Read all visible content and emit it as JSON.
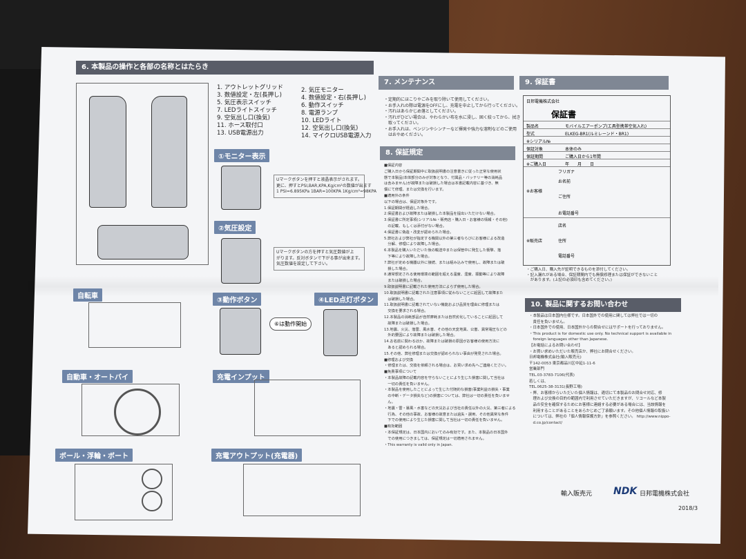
{
  "sec6": {
    "header": "6. 本製品の操作と各部の名称とはたらき",
    "parts_left": [
      "1. アウトレットグリッド",
      "3. 数値設定・左(長押し)",
      "5. 気圧表示スイッチ",
      "7. LEDライトスイッチ",
      "9. 空気出し口(換気)",
      "11. ホース取付口",
      "13. USB電源出力"
    ],
    "parts_right": [
      "2. 気圧モニター",
      "4. 数値設定・右(長押し)",
      "6. 動作スイッチ",
      "8. 電源ランプ",
      "10. LEDライト",
      "12. 空気出し口(換気)",
      "14. マイクロUSB電源入力"
    ],
    "labels": {
      "monitor": "①モニター表示",
      "pressure": "②気圧設定",
      "action": "③動作ボタン",
      "led": "④LED点灯ボタン",
      "bicycle": "自転車",
      "car": "自動車・オートバイ",
      "ball": "ボール・浮輪・ボート",
      "charge_in": "充電インプット",
      "charge_out": "充電アウトプット(充電器)"
    },
    "monitor_note": [
      "Uマークボタンを押すと液晶表示がされます。",
      "更に、押すとPSI,BAR,KPA,Kg/cm²の数値が出ます",
      "1 PSI=6.895KPa 1BAR=100KPA 1Kg/cm²=98KPA"
    ],
    "pressure_note": [
      "Uマークボタンの方を押すと気圧数値が上",
      "がります。反対ボタンで下がる事が出来ます。",
      "気圧数値を設定して下さい。"
    ],
    "action_bubble": "⑥は動作開始"
  },
  "sec7": {
    "header": "7. メンテナンス",
    "lines": [
      "・定期的にほこりやごみを取り除いて使用してください。",
      "・お手入れの際は電源をOFFにし、充電を中止してから行ってください。",
      "・汚れはあらかじめ落としてください。",
      "・汚れがひどい場合は、やわらかい布を水に浸し、固く絞ってから、拭き",
      "　取ってください。",
      "・お手入れは、ベンジンやシンナーなど揮発や強力な溶剤などのご使用",
      "　はおやめください。"
    ]
  },
  "sec8": {
    "header": "8. 保証規定",
    "lines": [
      "■保証内容",
      "ご購入日から保証期間中に取扱説明書の注意書きに従った正常な使用状",
      "態で本製品(本体部分のみが対象となり、付属品・バッテリー等の消耗品",
      "は含みません)が故障または破損した場合は本書記載内容に基づき、無",
      "償にて修理、または交換を行います。",
      "■適用外の条件",
      "以下の場合は、保証対象外です。",
      "1.保証期間が経過した場合。",
      "2.保証書および故障または破損した本製品を提出いただけない場合。",
      "3.保証書に所定事項(シリアル№・販売店・購入日・お客様の情報・その他)",
      "　の記載、もしくは添付がない場合。",
      "4.保証書に偽造・改変が認められた場合。",
      "5.弊社および弊社が指定する機関以外の第三者ならびにお客様による改造",
      "　分解、修理により故障した場合。",
      "6.本製品を購入いただいた後の輸送中または保管中に発生した衝撃、落",
      "　下等により故障した場合。",
      "7.弊社が定める機器以外に接続、または組み込みで使用し、故障または破",
      "　損した場合。",
      "8.通常想定される使用環境の範囲を超える温度、湿度、振動等により故障",
      "　または破損した場合。",
      "9.取扱説明書に記載された使用方法によらず使用した場合。",
      "10.取扱説明書に記載された注意事項に従わないことに起因して故障また",
      "　は破損した場合。",
      "11.取扱説明書に記載されていない機能および品質を理由に修理または",
      "　交換を要求される場合。",
      "12.本製品の消耗部品が自然摩耗または自然劣化していることに起因して",
      "　故障または破損した場合。",
      "13.地震、火災、落雷、風水害、その他の天変地異、公害、異常電圧などの",
      "　外的要因により故障または破損した場合。",
      "14.お名前に関わるほか、故障または破損の原因がお客様の使用方法に",
      "　あると認められる場合。",
      "15.その他、弊社修理または交換が認められない事由が発見された場合。",
      "■修理および交換",
      "・修理または、交換を依頼される場合は、お買い求め先へご連絡ください。",
      "■免責事項について",
      "・本製品故障の記載内容を守らないことにより生じた損害に関して当社は",
      "　一切の責任を負いません。",
      "・本製品を使用したことによって生じた付随的な損害(事業利益の損失・事業",
      "　の中断・データ損失など)の損害については、弊社は一切の責任を負いませ",
      "　ん。",
      "・地震・雷・暴風・水害などの天災および当社の責任以外の火災、第三者による",
      "　行為、その他の事故、お客様の故意または過失・誤用、その他異常な条件",
      "　下での使用により生じた損害に関して当社は一切の責任を負いません。",
      "■有効範囲",
      "・本保証規定は、日本国内においてのみ有効です。また、本製品の日本国外",
      "　での使用につきましては、保証規定は一切適用されません。",
      "・This warranty is valid only in Japan."
    ]
  },
  "sec9": {
    "header": "9. 保証書",
    "company": "日邦電機株式会社",
    "title": "保証書",
    "rows": [
      "製品名",
      "型式",
      "※シリアル№",
      "保証対象",
      "保証期間",
      "※ご購入日",
      "※お客様",
      "※販売店"
    ],
    "values": [
      "モバイルエアーポンプ(エ具型携帯空気入れ)",
      "ELKEG-BR1(ルミレーンド・BR1)",
      "",
      "本体のみ",
      "ご購入日から1年間",
      "年　　月　　日"
    ],
    "customer_fields": [
      "フリガナ",
      "お名前",
      "ご住所",
      "お電話番号"
    ],
    "shop_fields": [
      "店名",
      "住所",
      "電話番号"
    ],
    "notes": [
      "・ご購入日、購入先が証明できるものを添付してください。",
      "・記入漏れがある場合、保証期間内でも無償修理または保証ができないこと",
      "　があります。(上記の必須印も含めてください。)"
    ]
  },
  "sec10": {
    "header": "10. 製品に関するお問い合わせ",
    "lines": [
      "・本製品は日本国内仕様です。日本国外での使用に関しては弊社では一切の",
      "　責任を負いません。",
      "・日本国外での使用、日本国外からの問合せにはサポートを行っておりません。",
      "・This product is for domestic use only. No technical support is available in",
      "　foreign languages other than Japanese.",
      "",
      "【お電話によるお問い合わせ】",
      "・お買い求めいただいた販売店か、弊社にお問合せください。",
      "",
      "日邦電機株式会社(輸入販売元)",
      "〒142-0053 東京都品川区中延1-11-6",
      "営業部門",
      "TEL.03-3783-7106(代表)",
      "若しくは、",
      "TEL.0625-38-3131(長野工場)",
      "",
      "・弊、お客様からいただいた個人情報は、適切にて本製品のお問合せ対応、修",
      "　理および交換の目的の範囲内で利用させていただきますが、リコールなど本製",
      "　品の安全を確保するためにお客様に連絡する必要がある場合には、当該情報を",
      "　利用することがあることをあらかじめご了承願います。その他個人情報の取扱い",
      "　については、弊社の「個人情報保護方針」を参照ください。 http://www.nippo-",
      "　d.co.jp/contact/"
    ],
    "importer_label": "輸入販売元",
    "brand": "NDK",
    "company": "日邦電機株式会社",
    "date": "2018/3"
  },
  "colors": {
    "header_bg": "#595d68",
    "label_bg": "#6e85a8",
    "paper": "#f4f5f7"
  }
}
